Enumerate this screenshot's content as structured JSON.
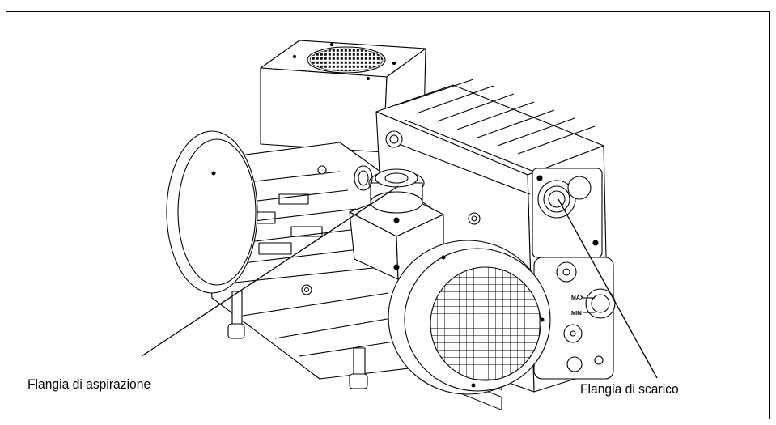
{
  "figure": {
    "callouts": {
      "suction_flange": "Flangia di aspirazione",
      "exhaust_flange": "Flangia di scarico"
    },
    "oil_markings": {
      "max": "MAX",
      "min": "MIN"
    },
    "colors": {
      "line": "#000000",
      "background": "#ffffff"
    }
  }
}
